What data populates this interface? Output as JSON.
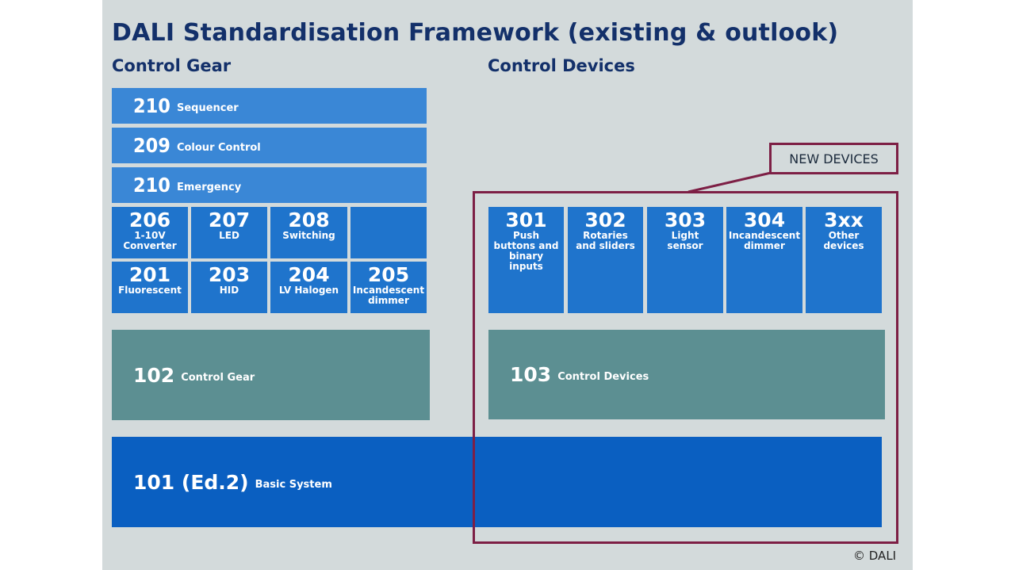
{
  "title": "DALI Standardisation Framework (existing & outlook)",
  "control_gear_heading": "Control Gear",
  "control_devices_heading": "Control Devices",
  "gear_bars": [
    {
      "num": "210",
      "label": "Sequencer"
    },
    {
      "num": "209",
      "label": "Colour Control"
    },
    {
      "num": "210",
      "label": "Emergency"
    }
  ],
  "gear_tiles_row1": [
    {
      "num": "206",
      "label": "1-10V\nConverter"
    },
    {
      "num": "207",
      "label": "LED"
    },
    {
      "num": "208",
      "label": "Switching"
    },
    {
      "num": "",
      "label": ""
    }
  ],
  "gear_tiles_row2": [
    {
      "num": "201",
      "label": "Fluorescent"
    },
    {
      "num": "203",
      "label": "HID"
    },
    {
      "num": "204",
      "label": "LV Halogen"
    },
    {
      "num": "205",
      "label": "Incandescent\ndimmer"
    }
  ],
  "device_tiles": [
    {
      "num": "301",
      "label": "Push\nbuttons and\nbinary\ninputs"
    },
    {
      "num": "302",
      "label": "Rotaries\nand sliders"
    },
    {
      "num": "303",
      "label": "Light\nsensor"
    },
    {
      "num": "304",
      "label": "Incandescent\ndimmer"
    },
    {
      "num": "3xx",
      "label": "Other\ndevices"
    }
  ],
  "gear_102": {
    "num": "102",
    "label": "Control Gear"
  },
  "devices_103": {
    "num": "103",
    "label": "Control Devices"
  },
  "basic_101": {
    "num": "101 (Ed.2)",
    "label": "Basic System"
  },
  "new_devices_label": "NEW DEVICES",
  "copyright": "© DALI",
  "colors": {
    "background": "#d3dadb",
    "title": "#13306a",
    "bar": "#3a87d6",
    "tile": "#1f74cc",
    "teal": "#5c8f92",
    "basic": "#0a5fc1",
    "frame": "#7d1f45"
  }
}
